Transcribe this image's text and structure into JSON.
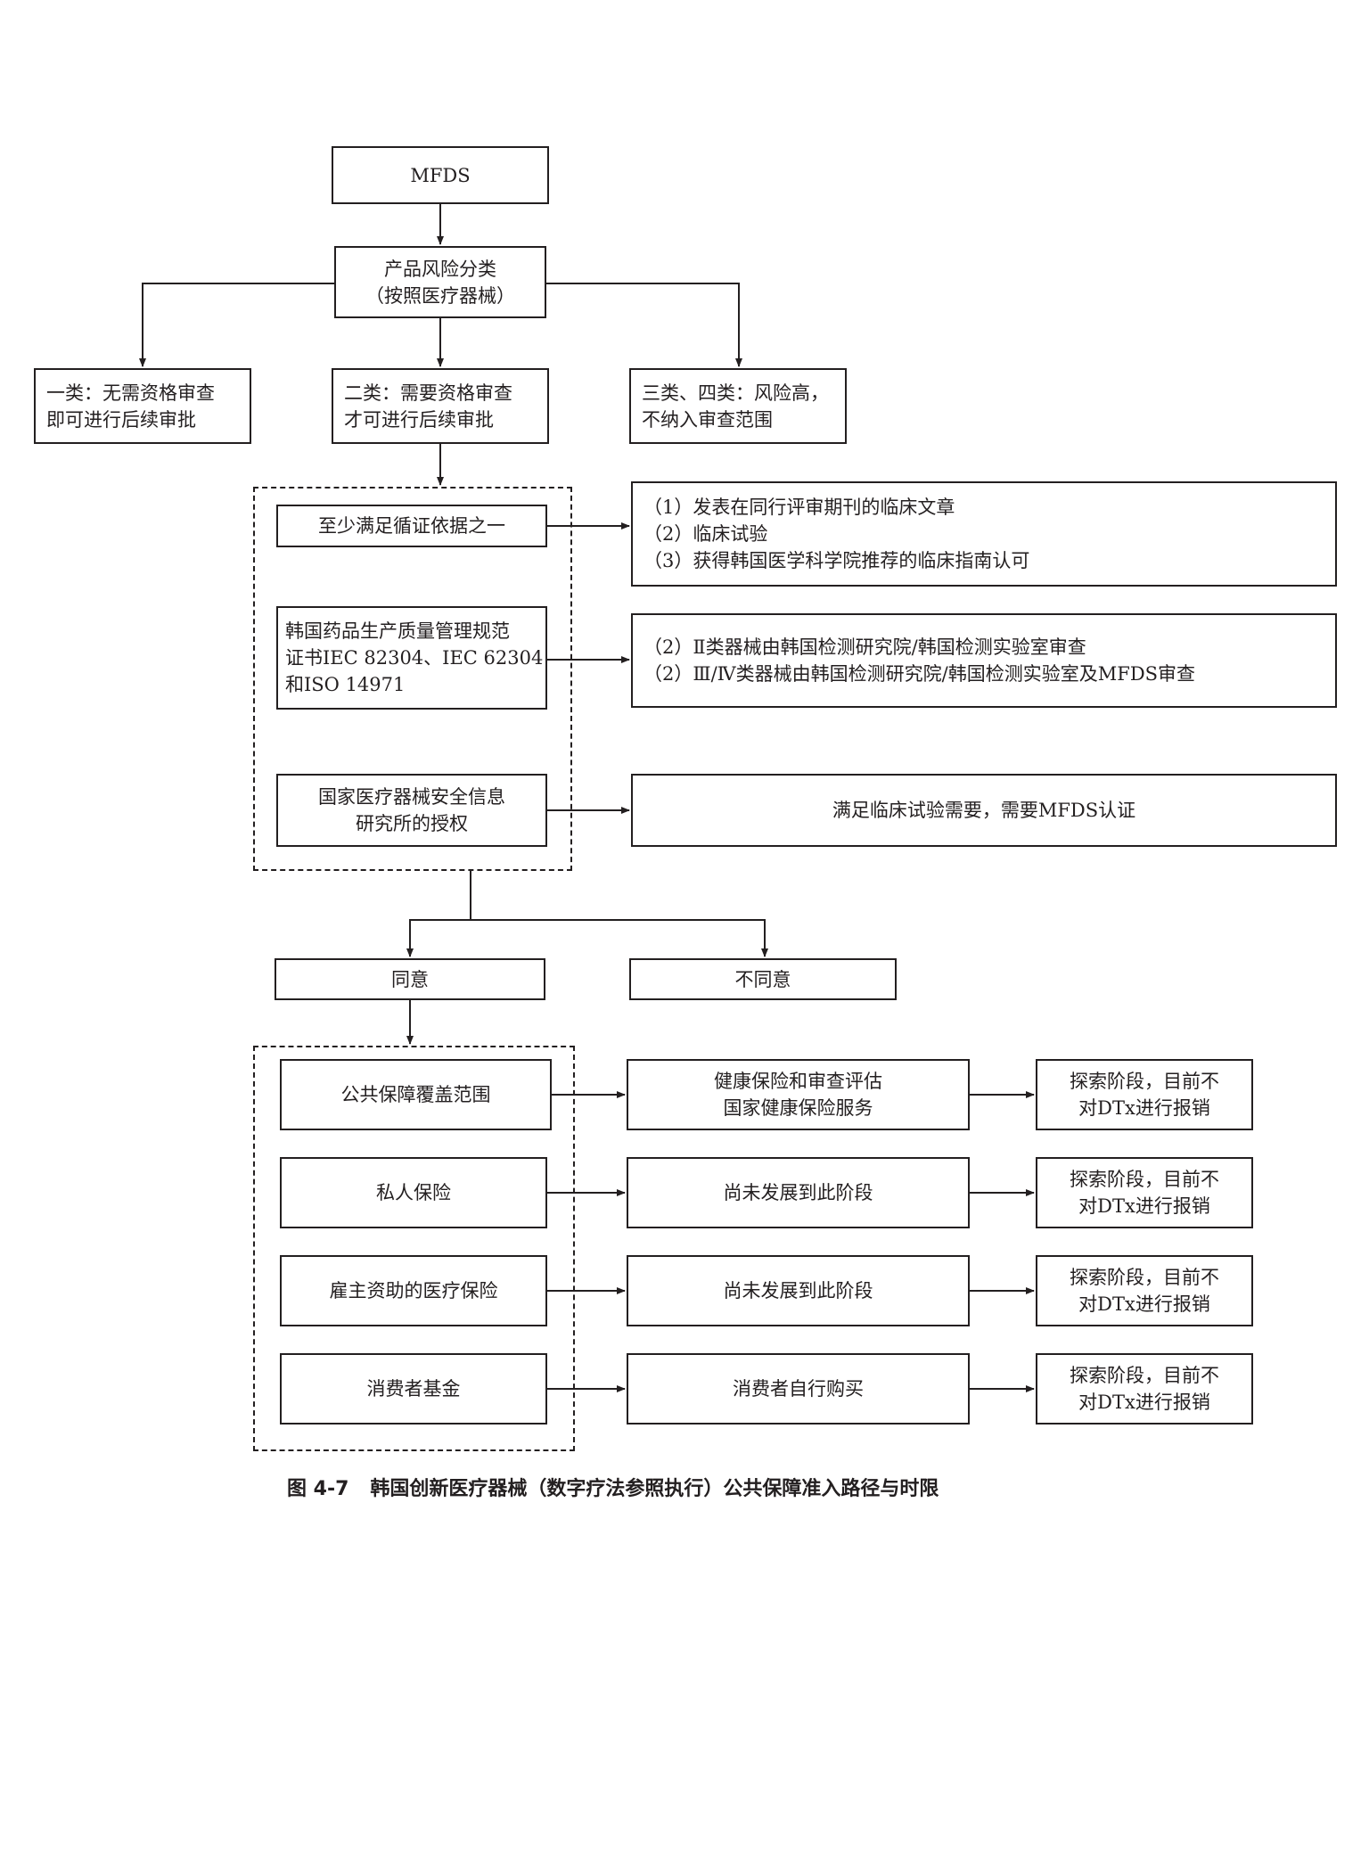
{
  "top": {
    "mfds": "MFDS",
    "risk_class": [
      "产品风险分类",
      "（按照医疗器械）"
    ]
  },
  "classes": {
    "class1": [
      "一类：无需资格审查",
      "即可进行后续审批"
    ],
    "class2": [
      "二类：需要资格审查",
      "才可进行后续审批"
    ],
    "class34": [
      "三类、四类：风险高，",
      "不纳入审查范围"
    ]
  },
  "requirements": {
    "evidence": "至少满足循证依据之一",
    "evidence_options": [
      "（1）发表在同行评审期刊的临床文章",
      "（2）临床试验",
      "（3）获得韩国医学科学院推荐的临床指南认可"
    ],
    "gmp": [
      "韩国药品生产质量管理规范",
      "证书IEC 82304、IEC 62304",
      "和ISO 14971"
    ],
    "gmp_review": [
      "（2）Ⅱ类器械由韩国检测研究院/韩国检测实验室审查",
      "（2）Ⅲ/Ⅳ类器械由韩国检测研究院/韩国检测实验室及MFDS审查"
    ],
    "nids": [
      "国家医疗器械安全信息",
      "研究所的授权"
    ],
    "nids_result": "满足临床试验需要，需要MFDS认证"
  },
  "decision": {
    "agree": "同意",
    "disagree": "不同意"
  },
  "coverage": {
    "rows": [
      {
        "type": "公共保障覆盖范围",
        "path": [
          "健康保险和审查评估",
          "国家健康保险服务"
        ],
        "status": [
          "探索阶段，目前不",
          "对DTx进行报销"
        ]
      },
      {
        "type": "私人保险",
        "path": [
          "尚未发展到此阶段"
        ],
        "status": [
          "探索阶段，目前不",
          "对DTx进行报销"
        ]
      },
      {
        "type": "雇主资助的医疗保险",
        "path": [
          "尚未发展到此阶段"
        ],
        "status": [
          "探索阶段，目前不",
          "对DTx进行报销"
        ]
      },
      {
        "type": "消费者基金",
        "path": [
          "消费者自行购买"
        ],
        "status": [
          "探索阶段，目前不",
          "对DTx进行报销"
        ]
      }
    ]
  },
  "caption": {
    "label": "图 4-7",
    "text": "韩国创新医疗器械（数字疗法参照执行）公共保障准入路径与时限"
  }
}
